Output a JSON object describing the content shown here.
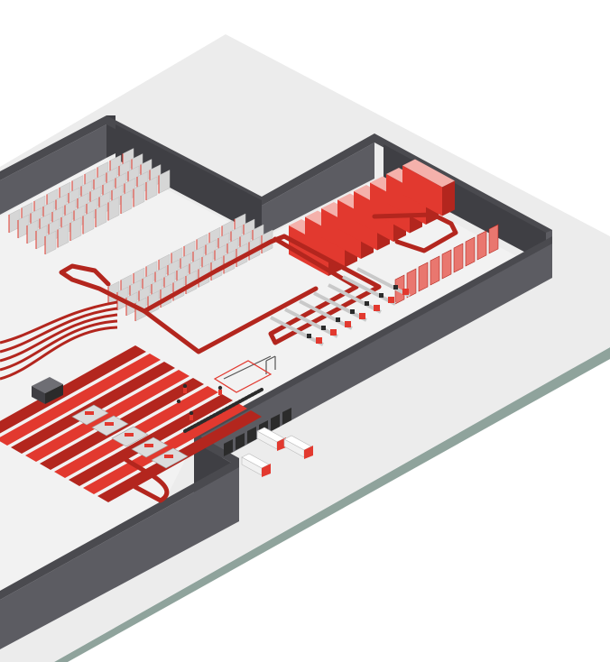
{
  "illustration": {
    "subject": "isometric-warehouse-distribution-center",
    "colors": {
      "background": "#ffffff",
      "ground": "#ececec",
      "ground_edge": "#8fa39c",
      "wall_top": "#4a4a4f",
      "wall_front": "#5c5c62",
      "wall_side": "#3f3f44",
      "floor": "#f2f2f2",
      "accent": "#e2392f",
      "accent_dark": "#b3261e",
      "rack_grey": "#d6d6d6",
      "conveyor": "#c9c9c9",
      "dark_detail": "#2b2b2b"
    },
    "counts": {
      "dock_doors": 6,
      "trucks": 3,
      "workers": 4,
      "sorter_lanes": 7,
      "shuttle_racks": 8
    }
  }
}
